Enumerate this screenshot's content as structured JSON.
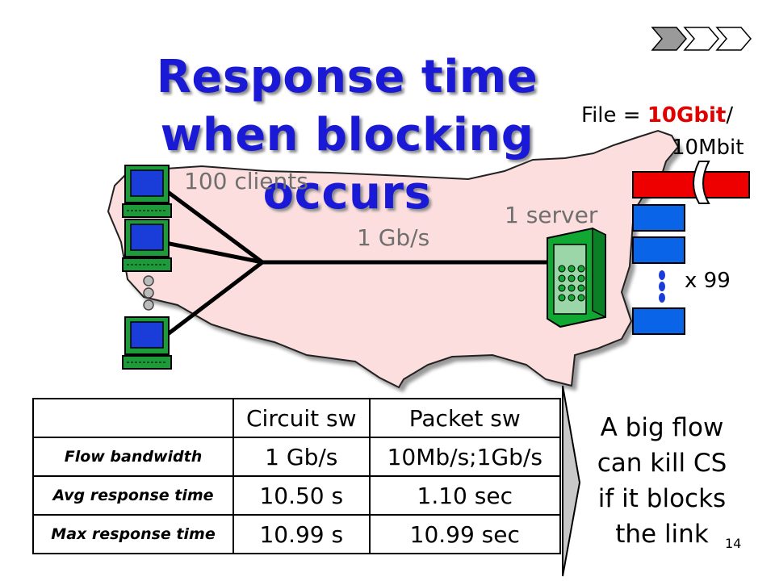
{
  "slide": {
    "title": "Response time when blocking occurs",
    "page_number": "14"
  },
  "diagram": {
    "clients_label": "100 clients",
    "link_label": "1 Gb/s",
    "server_label": "1 server",
    "file_label_prefix": "File = ",
    "file_size_big": "10Gbit",
    "file_label_sep": "/",
    "file_size_small": "10Mbit",
    "multiplier": "x 99"
  },
  "table": {
    "headers": [
      "",
      "Circuit sw",
      "Packet sw"
    ],
    "rows": [
      {
        "label": "Flow bandwidth",
        "circuit": "1 Gb/s",
        "packet": "10Mb/s;1Gb/s"
      },
      {
        "label": "Avg response time",
        "circuit": "10.50 s",
        "packet": "1.10 sec"
      },
      {
        "label": "Max response time",
        "circuit": "10.99 s",
        "packet": "10.99 sec"
      }
    ]
  },
  "summary": {
    "line1": "A big flow",
    "line2": "can kill CS",
    "line3": "if it blocks",
    "line4": "the link"
  },
  "colors": {
    "title": "#1a1ad6",
    "map_fill": "#fcdede",
    "big_file": "#ee0000",
    "small_file": "#0a64e8",
    "server": "#10a832",
    "monitor_screen": "#1a3cd8"
  }
}
